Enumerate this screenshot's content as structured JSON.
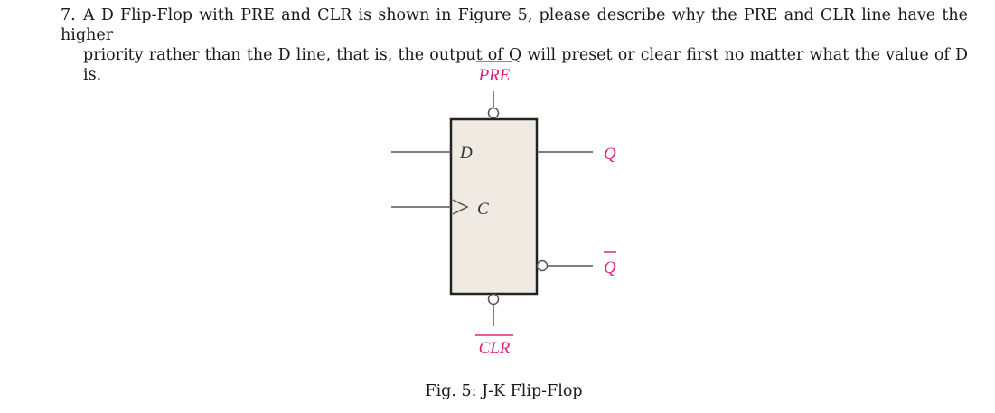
{
  "question": {
    "number": "7.",
    "line1": "A D Flip-Flop with PRE and CLR is shown in Figure 5, please describe why the PRE and CLR line have the higher",
    "line2": "priority rather than the D line, that is, the output of Q will preset or clear first no matter what the value of D is."
  },
  "diagram": {
    "pre_label": "PRE",
    "clr_label": "CLR",
    "d_label": "D",
    "c_label": "C",
    "q_label": "Q",
    "qbar_label": "Q",
    "colors": {
      "accent_label": "#e0207a",
      "body_fill": "#efebe2",
      "stroke": "#222222",
      "wire": "#555555"
    }
  },
  "caption": "Fig. 5: J-K Flip-Flop"
}
